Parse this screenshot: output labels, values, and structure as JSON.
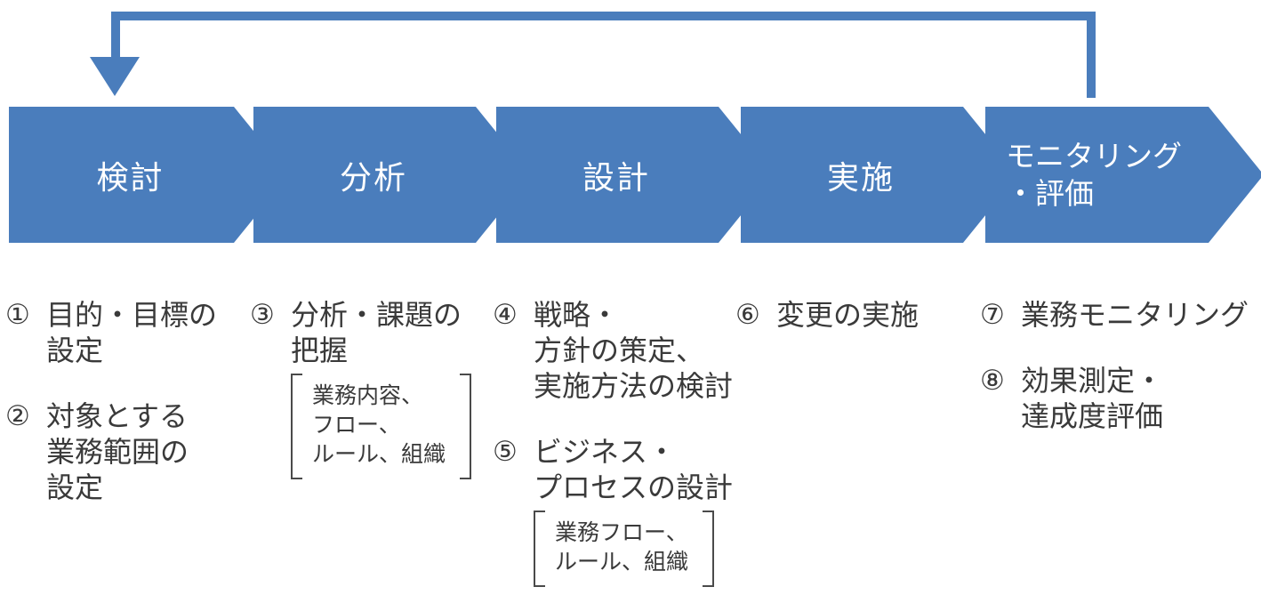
{
  "colors": {
    "primary_blue": "#4a7dbc",
    "body_text": "#3a3a3a",
    "stage_label_text": "#ffffff",
    "bracket_stroke": "#4a4a4a"
  },
  "stages": [
    {
      "lines": [
        "検討"
      ]
    },
    {
      "lines": [
        "分析"
      ]
    },
    {
      "lines": [
        "設計"
      ]
    },
    {
      "lines": [
        "実施"
      ]
    },
    {
      "lines": [
        "モニタリング",
        "・評価"
      ]
    }
  ],
  "columns": [
    {
      "items": [
        {
          "num": "①",
          "lines": [
            "目的・目標の",
            "設定"
          ]
        },
        {
          "num": "②",
          "lines": [
            "対象とする",
            "業務範囲の",
            "設定"
          ]
        }
      ]
    },
    {
      "items": [
        {
          "num": "③",
          "lines": [
            "分析・課題の",
            "把握"
          ],
          "bracket": [
            "業務内容、",
            "フロー、",
            "ルール、組織"
          ]
        }
      ]
    },
    {
      "items": [
        {
          "num": "④",
          "lines": [
            "戦略・",
            "方針の策定、",
            "実施方法の検討"
          ]
        },
        {
          "num": "⑤",
          "lines": [
            "ビジネス・",
            "プロセスの設計"
          ],
          "bracket": [
            "業務フロー、",
            "ルール、組織"
          ]
        }
      ]
    },
    {
      "items": [
        {
          "num": "⑥",
          "lines": [
            "変更の実施"
          ]
        }
      ]
    },
    {
      "items": [
        {
          "num": "⑦",
          "lines": [
            "業務モニタリング"
          ]
        },
        {
          "num": "⑧",
          "lines": [
            "効果測定・",
            "達成度評価"
          ]
        }
      ]
    }
  ]
}
